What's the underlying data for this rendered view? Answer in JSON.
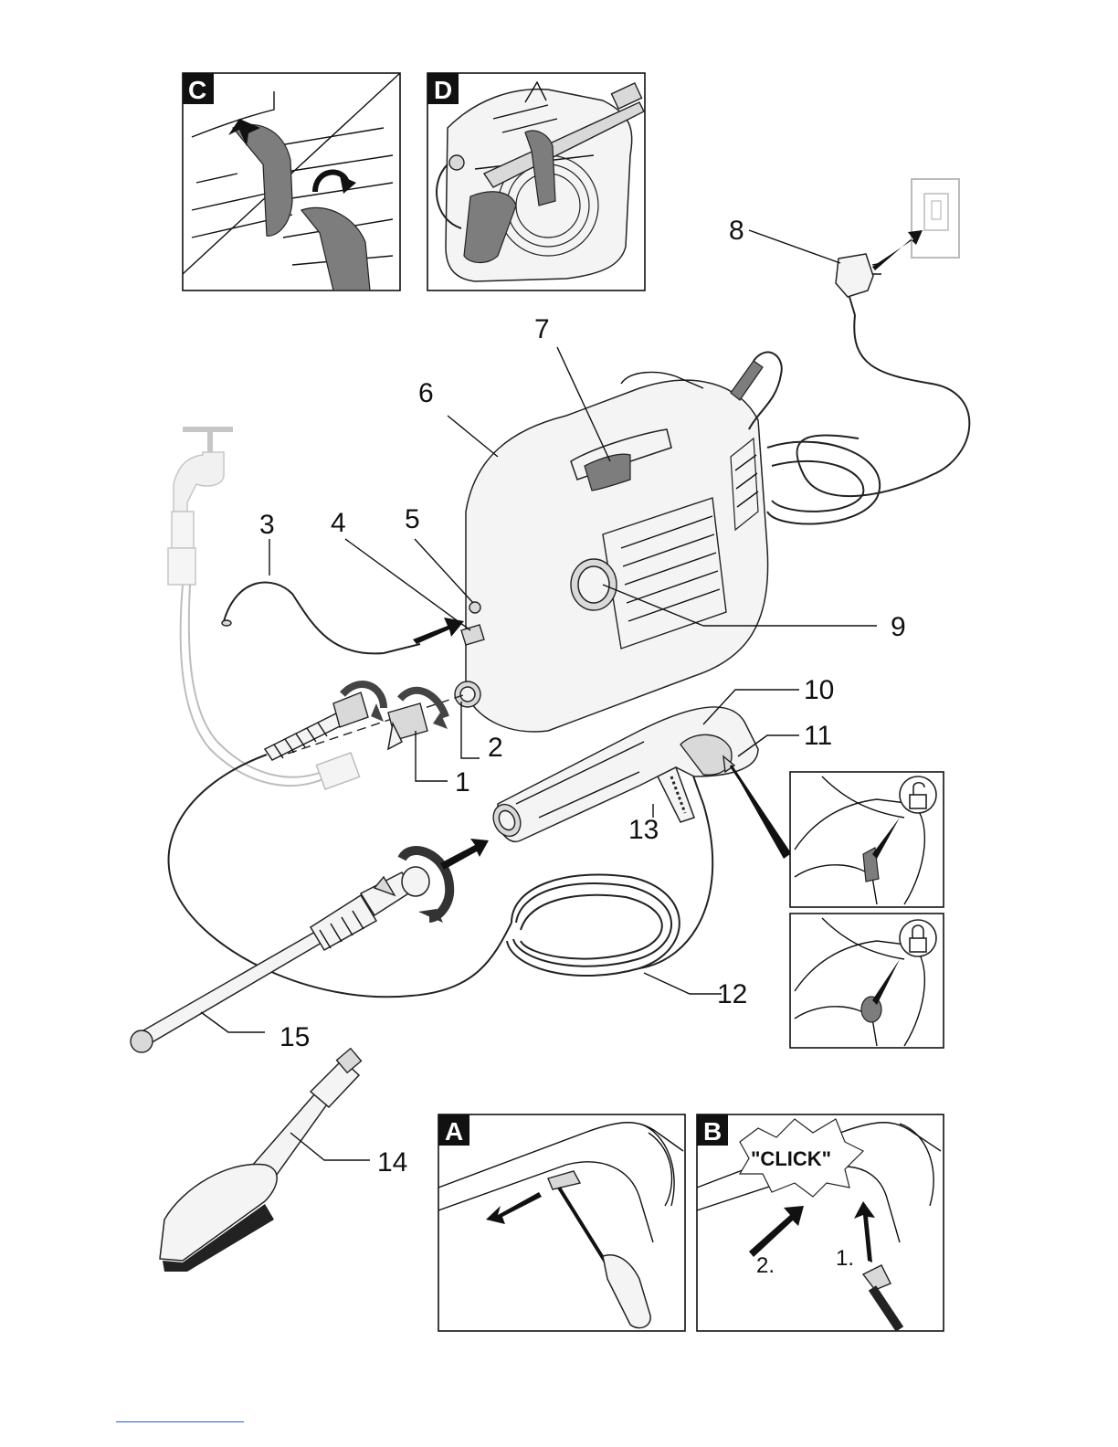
{
  "panels": {
    "C": {
      "letter": "C"
    },
    "D": {
      "letter": "D"
    },
    "A": {
      "letter": "A"
    },
    "B": {
      "letter": "B",
      "click": "\"CLICK\"",
      "step1": "1.",
      "step2": "2."
    }
  },
  "callouts": {
    "c1": "1",
    "c2": "2",
    "c3": "3",
    "c4": "4",
    "c5": "5",
    "c6": "6",
    "c7": "7",
    "c8": "8",
    "c9": "9",
    "c10": "10",
    "c11": "11",
    "c12": "12",
    "c13": "13",
    "c14": "14",
    "c15": "15"
  },
  "icons": {
    "unlock": "padlock-open-icon",
    "lock": "padlock-closed-icon"
  },
  "colors": {
    "strap": "#7d7d7d",
    "ghost_hose": "#bdbdbd",
    "line": "#111111",
    "footer_rule": "#2a5ad8"
  }
}
